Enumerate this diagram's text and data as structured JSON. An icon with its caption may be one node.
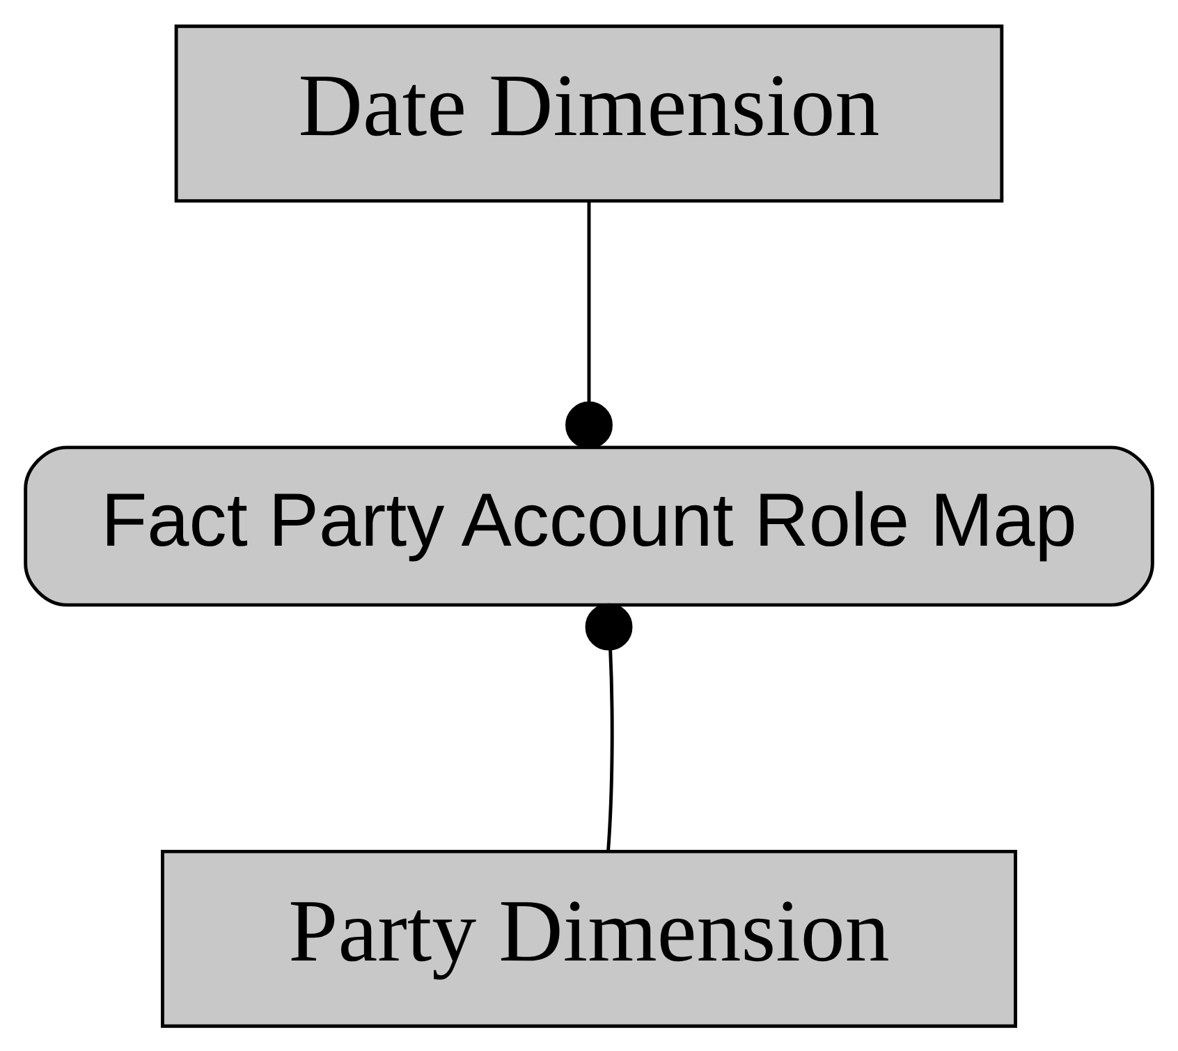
{
  "diagram": {
    "nodes": [
      {
        "text": [
          "Date Dimension"
        ]
      },
      {
        "text": [
          "Fact Party Account Role Map"
        ]
      },
      {
        "text": [
          "Party Dimension"
        ]
      }
    ],
    "edges": [
      {
        "from": 0,
        "to": 1,
        "arrow": "other"
      },
      {
        "from": 2,
        "to": 1,
        "arrow": "other"
      }
    ]
  }
}
